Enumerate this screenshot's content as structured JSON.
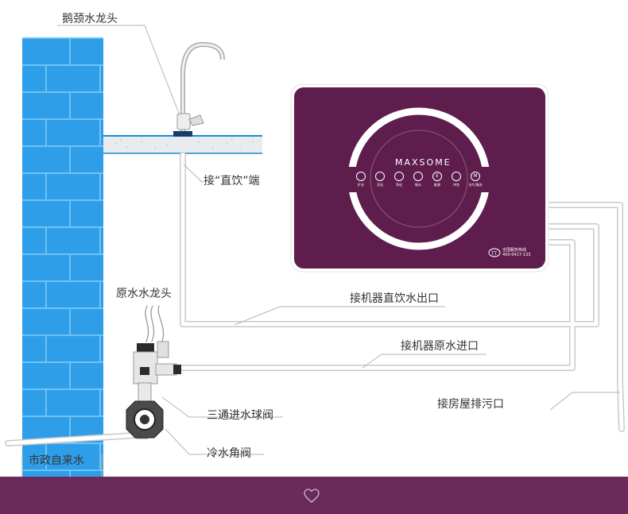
{
  "labels": {
    "gooseneck_faucet": "鹅颈水龙头",
    "direct_drink_end": "接“直饮”端",
    "raw_water_faucet": "原水水龙头",
    "machine_direct_outlet": "接机器直饮水出口",
    "machine_raw_inlet": "接机器原水进口",
    "tee_ball_valve": "三通进水球阀",
    "drain_outlet": "接房屋排污口",
    "cold_angle_valve": "冷水角阀",
    "municipal_water": "市政自来水"
  },
  "device": {
    "brand": "MAXSOME",
    "buttons": [
      "矿化",
      "活化",
      "净化",
      "制水",
      "E",
      "冲洗",
      "M"
    ],
    "button_labels": [
      "矿化",
      "活化",
      "净化",
      "制水",
      "能源",
      "冲洗",
      "名片/服务"
    ],
    "hotline_title": "全国服务热线",
    "hotline_number": "400-0417-133"
  },
  "colors": {
    "wall_blue": "#2f9ee8",
    "brick_line": "#6fc2f4",
    "device_purple": "#5f1d4e",
    "bottom_bar": "#6b2b5a",
    "pipe": "#cfcfcf",
    "counter": "#e8ecef"
  }
}
